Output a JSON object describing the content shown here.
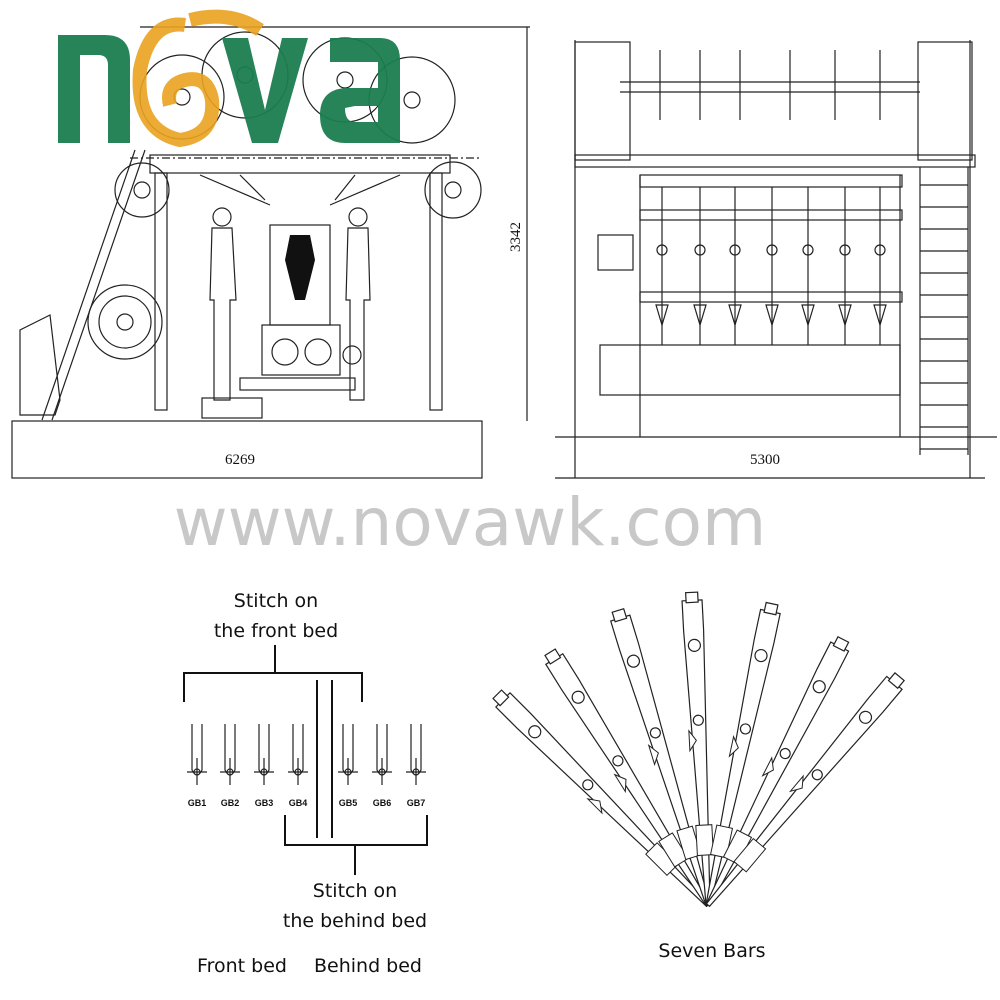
{
  "logo": {
    "text": "nova",
    "green": "#1b7d4f",
    "orange": "#e9a21f"
  },
  "watermark": "www.novawk.com",
  "side_view": {
    "height_dim": "3342",
    "width_dim": "6269"
  },
  "front_view": {
    "width_dim": "5300"
  },
  "guide_bars": {
    "front_stitch": [
      "Stitch on",
      "the front bed"
    ],
    "behind_stitch": [
      "Stitch on",
      "the behind bed"
    ],
    "labels": [
      "GB1",
      "GB2",
      "GB3",
      "GB4",
      "GB5",
      "GB6",
      "GB7"
    ],
    "front_bed": "Front bed",
    "behind_bed": "Behind bed"
  },
  "seven_bars": {
    "caption": "Seven Bars"
  }
}
